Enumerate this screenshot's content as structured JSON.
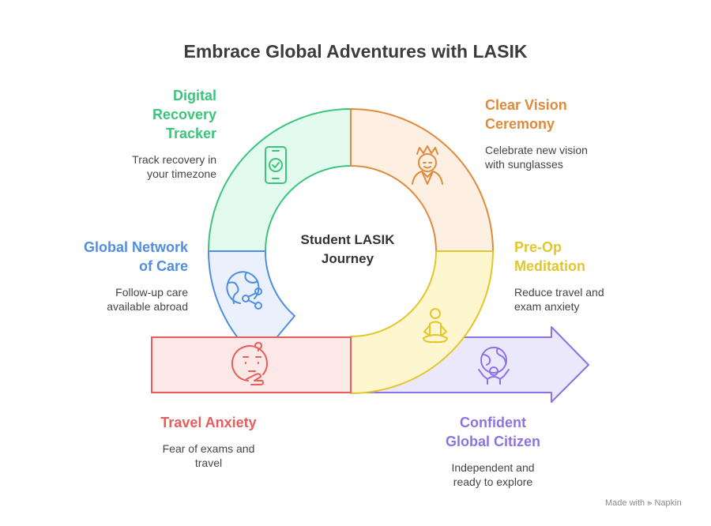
{
  "title": "Embrace Global Adventures with LASIK",
  "hub": {
    "line1": "Student LASIK",
    "line2": "Journey"
  },
  "stages": [
    {
      "key": "digital",
      "title_lines": [
        "Digital",
        "Recovery",
        "Tracker"
      ],
      "desc_lines": [
        "Track recovery in",
        "your timezone"
      ],
      "color": "#3cc47c",
      "fill": "#e3fbee",
      "icon": "phone-check-icon"
    },
    {
      "key": "ceremony",
      "title_lines": [
        "Clear Vision",
        "Ceremony"
      ],
      "desc_lines": [
        "Celebrate new vision",
        "with sunglasses"
      ],
      "color": "#e08a3c",
      "fill": "#fdf0e2",
      "icon": "celebrating-person-icon"
    },
    {
      "key": "network",
      "title_lines": [
        "Global Network",
        "of Care"
      ],
      "desc_lines": [
        "Follow-up care",
        "available abroad"
      ],
      "color": "#4f8ee0",
      "fill": "#eaf1fc",
      "icon": "globe-network-icon"
    },
    {
      "key": "meditation",
      "title_lines": [
        "Pre-Op",
        "Meditation"
      ],
      "desc_lines": [
        "Reduce travel and",
        "exam anxiety"
      ],
      "color": "#e3c62a",
      "fill": "#fdf6cf",
      "icon": "meditating-person-icon"
    },
    {
      "key": "anxiety",
      "title_lines": [
        "Travel Anxiety"
      ],
      "desc_lines": [
        "Fear of exams and",
        "travel"
      ],
      "color": "#e85c5c",
      "fill": "#fde8e8",
      "icon": "thinking-face-icon"
    },
    {
      "key": "citizen",
      "title_lines": [
        "Confident",
        "Global Citizen"
      ],
      "desc_lines": [
        "Independent and",
        "ready to explore"
      ],
      "color": "#8d72e3",
      "fill": "#ece8fb",
      "icon": "person-globe-icon"
    }
  ],
  "credit": "Made with ⪢ Napkin"
}
